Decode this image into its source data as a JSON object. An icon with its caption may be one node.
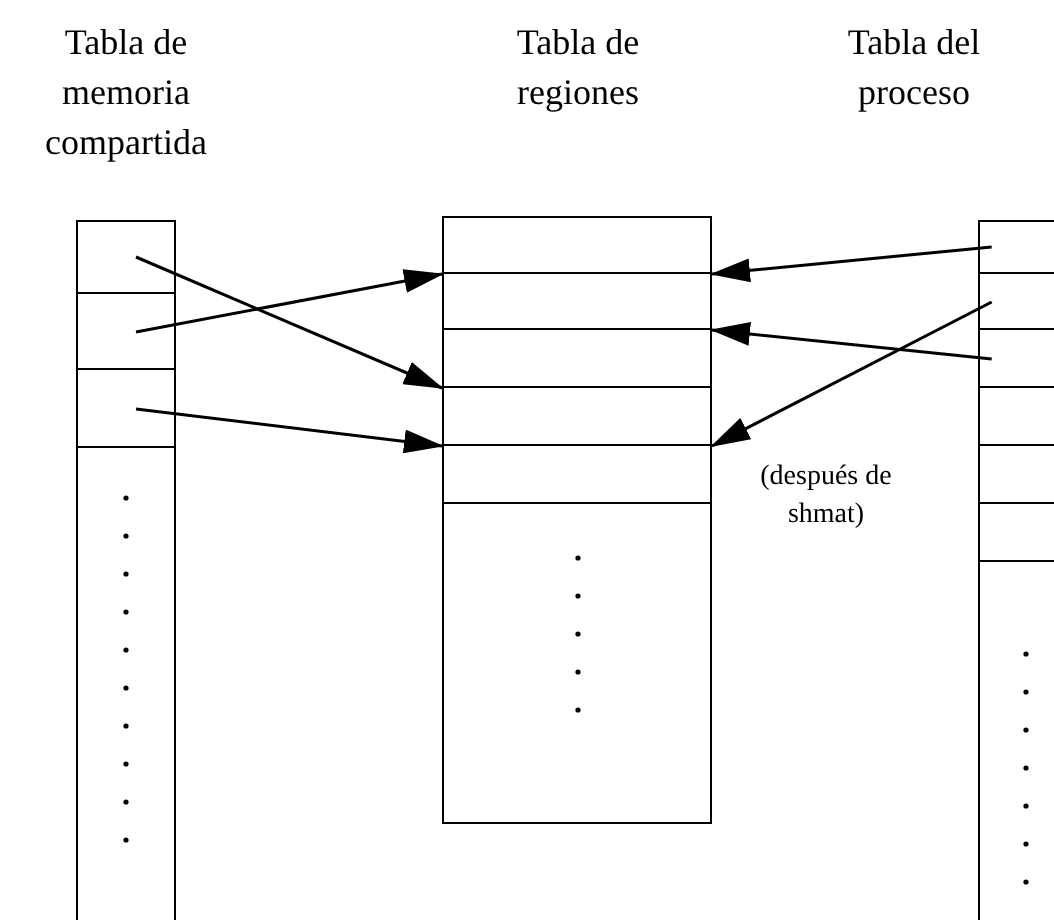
{
  "diagram": {
    "nodes": [
      {
        "text": [
          "Tabla de memoria compartida"
        ]
      },
      {
        "text": [],
        "shape": "box",
        "in": 0
      },
      {
        "text": [],
        "shape": "box",
        "in": 0
      },
      {
        "text": [],
        "shape": "box",
        "in": 0
      },
      {
        "text": [
          "Tabla de regiones"
        ]
      },
      {
        "text": [],
        "shape": "box",
        "in": 4
      },
      {
        "text": [],
        "shape": "box",
        "in": 4
      },
      {
        "text": [],
        "shape": "box",
        "in": 4
      },
      {
        "text": [],
        "shape": "box",
        "in": 4
      },
      {
        "text": [],
        "shape": "box",
        "in": 4
      },
      {
        "text": [
          "Tabla del proceso"
        ]
      },
      {
        "text": [],
        "shape": "box",
        "in": 10
      },
      {
        "text": [],
        "shape": "box",
        "in": 10
      },
      {
        "text": [],
        "shape": "box",
        "in": 10
      },
      {
        "text": [],
        "shape": "box",
        "in": 10
      },
      {
        "text": [],
        "shape": "box",
        "in": 10
      },
      {
        "text": [],
        "shape": "box",
        "in": 10
      }
    ],
    "edges": [
      {
        "from": 1,
        "to": 8,
        "arrow": "to"
      },
      {
        "from": 2,
        "to": 6,
        "arrow": "to"
      },
      {
        "from": 3,
        "to": 9,
        "arrow": "to"
      },
      {
        "from": 11,
        "to": 6,
        "arrow": "to"
      },
      {
        "from": 13,
        "to": 7,
        "arrow": "to"
      },
      {
        "from": 12,
        "to": 9,
        "arrow": "to",
        "label": "(después de shmat)"
      }
    ]
  }
}
